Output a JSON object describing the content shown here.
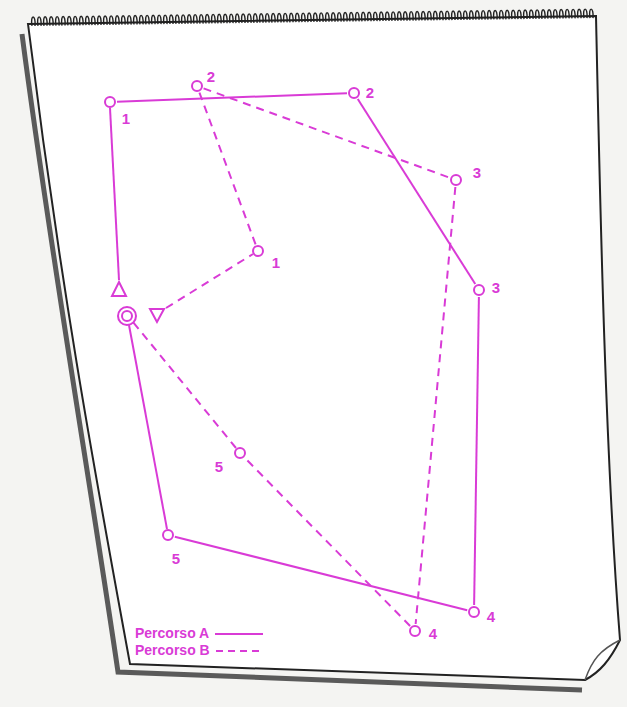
{
  "diagram": {
    "nodes": [
      {
        "text": [
          "1"
        ]
      },
      {
        "text": [
          "2"
        ]
      },
      {
        "text": [
          "3"
        ]
      },
      {
        "text": [
          "4"
        ]
      },
      {
        "text": [
          "5"
        ]
      },
      {
        "text": [
          "1"
        ]
      },
      {
        "text": [
          "2"
        ]
      },
      {
        "text": [
          "3"
        ]
      },
      {
        "text": [
          "4"
        ]
      },
      {
        "text": [
          "5"
        ]
      }
    ],
    "edges": [
      {
        "from": 0,
        "to": 1,
        "arrow": "none"
      },
      {
        "from": 1,
        "to": 2,
        "arrow": "none"
      },
      {
        "from": 2,
        "to": 3,
        "arrow": "none"
      },
      {
        "from": 3,
        "to": 4,
        "arrow": "none"
      },
      {
        "from": 5,
        "to": 6,
        "arrow": "none"
      },
      {
        "from": 6,
        "to": 7,
        "arrow": "none"
      },
      {
        "from": 7,
        "to": 8,
        "arrow": "none"
      },
      {
        "from": 8,
        "to": 9,
        "arrow": "none"
      }
    ],
    "legend": [
      {
        "text": "Percorso A"
      },
      {
        "text": "Percorso B"
      }
    ]
  }
}
